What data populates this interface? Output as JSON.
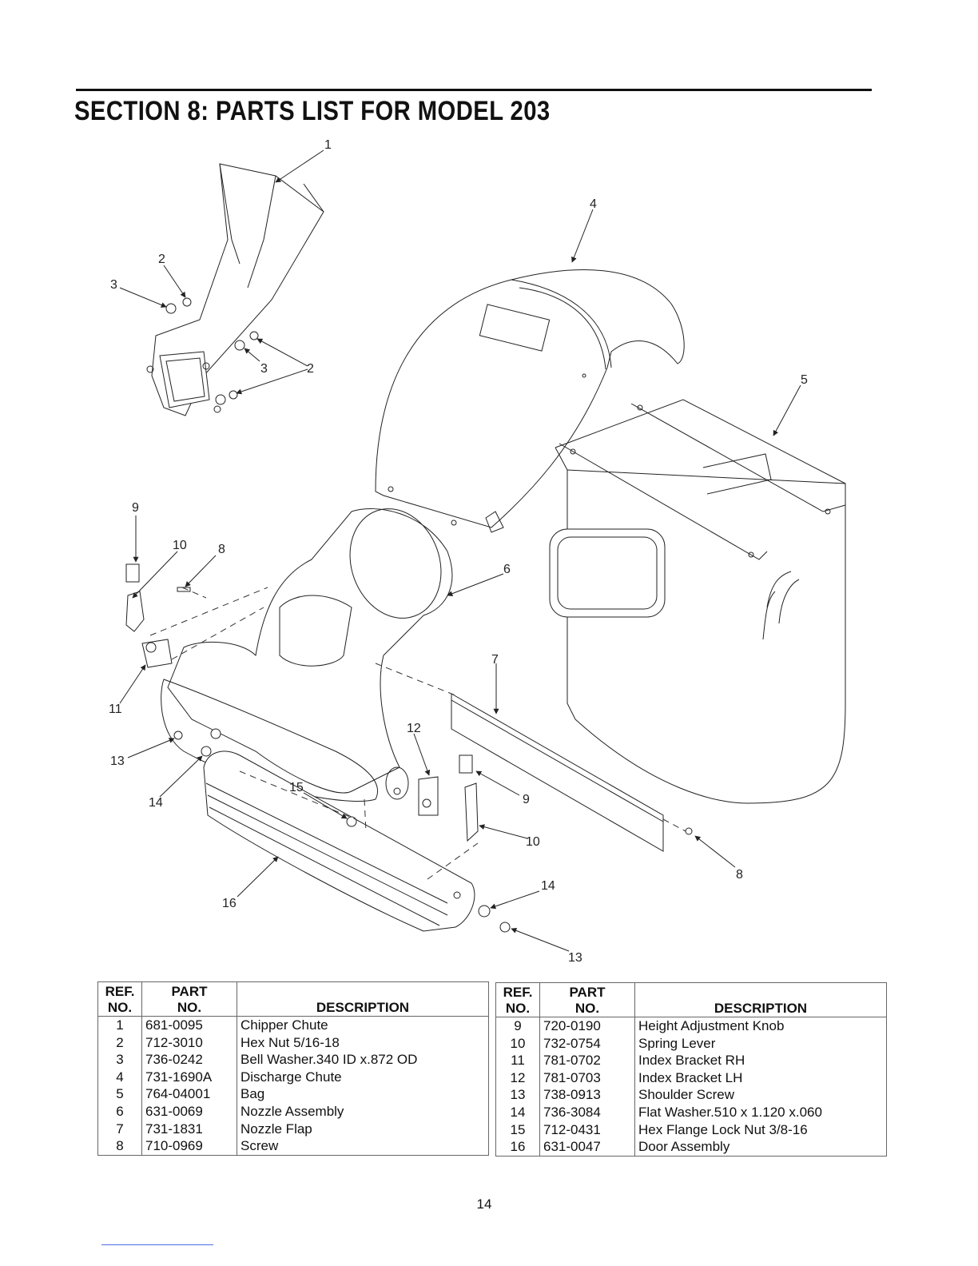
{
  "page": {
    "title": "SECTION 8:  PARTS LIST FOR MODEL 203",
    "page_number": "14"
  },
  "callouts": [
    "1",
    "2",
    "3",
    "2",
    "3",
    "4",
    "5",
    "6",
    "7",
    "8",
    "9",
    "10",
    "11",
    "12",
    "13",
    "14",
    "15",
    "16",
    "9",
    "10",
    "8",
    "14",
    "13"
  ],
  "table": {
    "headers": {
      "ref_line1": "REF.",
      "ref_line2": "NO.",
      "part_line1": "PART",
      "part_line2": "NO.",
      "description": "DESCRIPTION"
    },
    "left_rows": [
      {
        "ref": "1",
        "part": "681-0095",
        "desc": "Chipper Chute"
      },
      {
        "ref": "2",
        "part": "712-3010",
        "desc": "Hex Nut 5/16-18"
      },
      {
        "ref": "3",
        "part": "736-0242",
        "desc": "Bell Washer.340 ID x.872 OD"
      },
      {
        "ref": "4",
        "part": "731-1690A",
        "desc": "Discharge Chute"
      },
      {
        "ref": "5",
        "part": "764-04001",
        "desc": "Bag"
      },
      {
        "ref": "6",
        "part": "631-0069",
        "desc": "Nozzle Assembly"
      },
      {
        "ref": "7",
        "part": "731-1831",
        "desc": "Nozzle Flap"
      },
      {
        "ref": "8",
        "part": "710-0969",
        "desc": "Screw"
      }
    ],
    "right_rows": [
      {
        "ref": "9",
        "part": "720-0190",
        "desc": "Height Adjustment Knob"
      },
      {
        "ref": "10",
        "part": "732-0754",
        "desc": "Spring Lever"
      },
      {
        "ref": "11",
        "part": "781-0702",
        "desc": "Index Bracket RH"
      },
      {
        "ref": "12",
        "part": "781-0703",
        "desc": "Index Bracket LH"
      },
      {
        "ref": "13",
        "part": "738-0913",
        "desc": "Shoulder Screw"
      },
      {
        "ref": "14",
        "part": "736-3084",
        "desc": "Flat Washer.510 x 1.120 x.060"
      },
      {
        "ref": "15",
        "part": "712-0431",
        "desc": "Hex Flange Lock Nut 3/8-16"
      },
      {
        "ref": "16",
        "part": "631-0047",
        "desc": "Door Assembly"
      }
    ]
  }
}
